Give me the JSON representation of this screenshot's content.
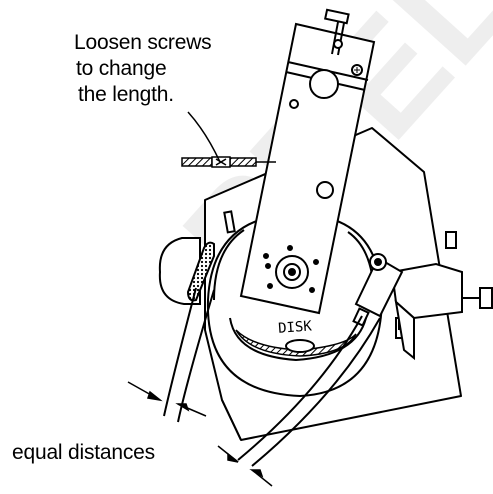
{
  "callouts": {
    "screws_line1": "Loosen screws",
    "screws_line2": "to change",
    "screws_line3": "the length.",
    "equal_distances": "equal distances"
  },
  "parts": {
    "disk_label": "DISK"
  },
  "colors": {
    "ink": "#000000",
    "paper": "#ffffff",
    "watermark": "#cdcdcd"
  }
}
